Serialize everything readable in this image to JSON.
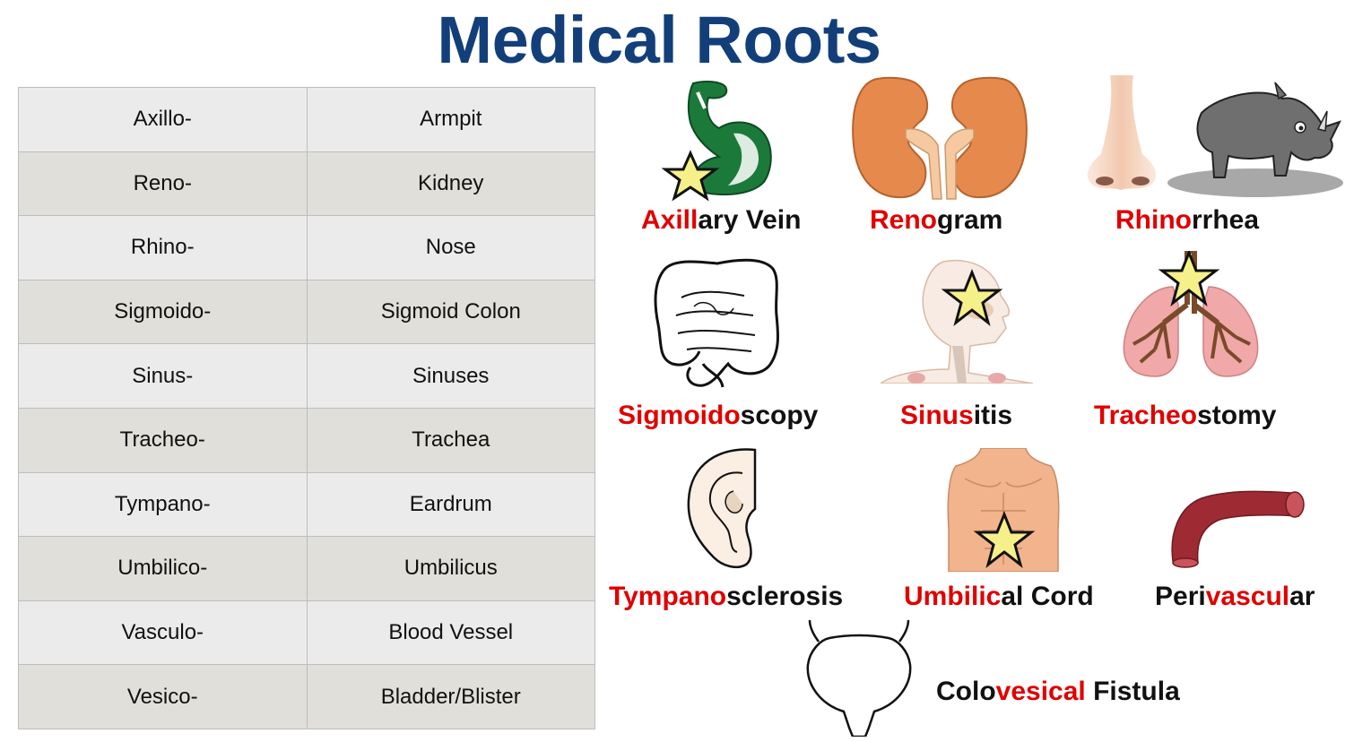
{
  "title": "Medical Roots",
  "table": {
    "rows": [
      {
        "root": "Axillo-",
        "meaning": "Armpit"
      },
      {
        "root": "Reno-",
        "meaning": "Kidney"
      },
      {
        "root": "Rhino-",
        "meaning": "Nose"
      },
      {
        "root": "Sigmoido-",
        "meaning": "Sigmoid Colon"
      },
      {
        "root": "Sinus-",
        "meaning": "Sinuses"
      },
      {
        "root": "Tracheo-",
        "meaning": "Trachea"
      },
      {
        "root": "Tympano-",
        "meaning": "Eardrum"
      },
      {
        "root": "Umbilico-",
        "meaning": "Umbilicus"
      },
      {
        "root": "Vasculo-",
        "meaning": "Blood Vessel"
      },
      {
        "root": "Vesico-",
        "meaning": "Bladder/Blister"
      }
    ]
  },
  "terms": {
    "axillary": {
      "pre": "",
      "root": "Axill",
      "post": "ary Vein"
    },
    "renogram": {
      "pre": "",
      "root": "Reno",
      "post": "gram"
    },
    "rhinorrhea": {
      "pre": "",
      "root": "Rhino",
      "post": "rrhea"
    },
    "sigmoidoscopy": {
      "pre": "",
      "root": "Sigmoido",
      "post": "scopy"
    },
    "sinusitis": {
      "pre": "",
      "root": "Sinus",
      "post": "itis"
    },
    "tracheostomy": {
      "pre": "",
      "root": "Tracheo",
      "post": "stomy"
    },
    "tympanosclerosis": {
      "pre": "",
      "root": "Tympano",
      "post": "sclerosis"
    },
    "umbilical": {
      "pre": "",
      "root": "Umbilic",
      "post": "al Cord"
    },
    "perivascular": {
      "pre": "Peri",
      "root": "vascul",
      "post": "ar"
    },
    "colovesical": {
      "pre": "Colo",
      "root": "vesical",
      "post": " Fistula"
    }
  },
  "icons": {
    "arm": "flexed-arm-icon",
    "kidneys": "kidneys-icon",
    "nose": "nose-icon",
    "rhino": "rhinoceros-icon",
    "intestines": "intestines-icon",
    "head": "head-sinus-icon",
    "lungs": "lungs-trachea-icon",
    "ear": "ear-icon",
    "torso": "torso-icon",
    "vessel": "blood-vessel-icon",
    "bladder": "bladder-icon",
    "star": "star-icon"
  },
  "colors": {
    "title": "#123f7a",
    "root_highlight": "#e00000",
    "text": "#111111",
    "star_fill": "#f6f08a"
  }
}
